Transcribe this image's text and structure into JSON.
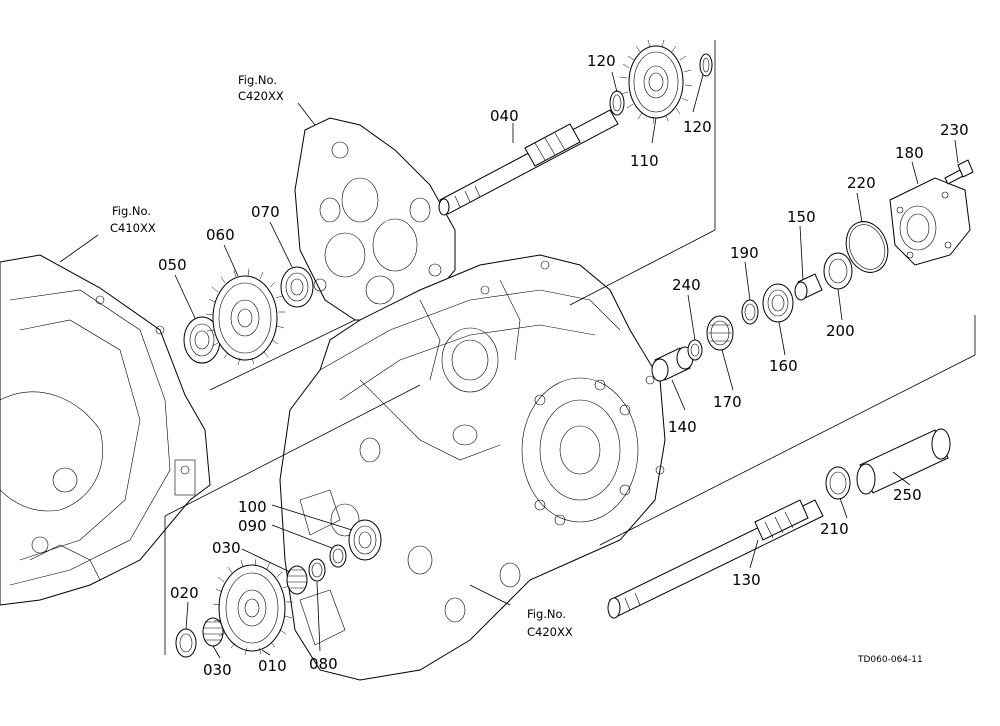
{
  "figure_refs": {
    "top": {
      "line1": "Fig.No.",
      "line2": "C420XX"
    },
    "left": {
      "line1": "Fig.No.",
      "line2": "C410XX"
    },
    "bottom": {
      "line1": "Fig.No.",
      "line2": "C420XX"
    }
  },
  "callouts": {
    "p010": "010",
    "p020": "020",
    "p030a": "030",
    "p030b": "030",
    "p040": "040",
    "p050": "050",
    "p060": "060",
    "p070": "070",
    "p080": "080",
    "p090": "090",
    "p100": "100",
    "p110": "110",
    "p120a": "120",
    "p120b": "120",
    "p130": "130",
    "p140": "140",
    "p150": "150",
    "p160": "160",
    "p170": "170",
    "p180": "180",
    "p190": "190",
    "p200": "200",
    "p210": "210",
    "p220": "220",
    "p230": "230",
    "p240": "240",
    "p250": "250"
  },
  "drawing_code": "TD060-064-11"
}
